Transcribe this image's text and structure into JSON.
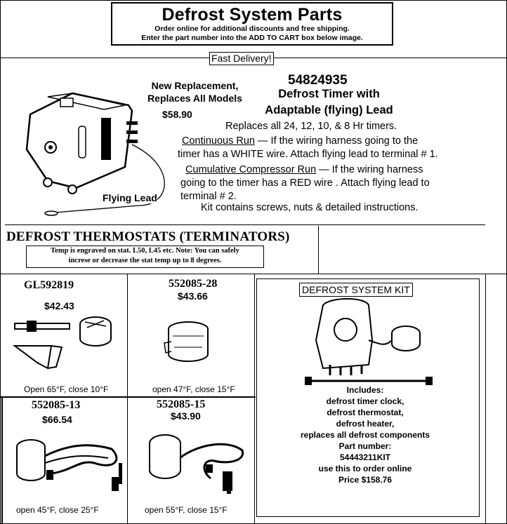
{
  "header": {
    "title": "Defrost System Parts",
    "line1": "Order online for additional discounts and free shipping.",
    "line2": "Enter the part number into the ADD TO CART box below image."
  },
  "fast_delivery": "Fast Delivery!",
  "timer": {
    "replacement_line1": "New Replacement,",
    "replacement_line2": "Replaces All Models",
    "price": "$58.90",
    "flying_lead_label": "Flying Lead",
    "part_number": "54824935",
    "name_line1": "Defrost Timer with",
    "name_line2": "Adaptable (flying) Lead",
    "replaces": "Replaces all 24, 12, 10, & 8 Hr timers.",
    "continuous_label": "Continuous Run",
    "continuous_text1": " —  If the wiring harness going to the",
    "continuous_text2": "timer has a WHITE wire. Attach flying lead to terminal # 1.",
    "cumulative_label": "Cumulative Compressor Run",
    "cumulative_text1": " —  If the wiring harness",
    "cumulative_text2": "going to the timer has a  RED wire . Attach flying lead to",
    "cumulative_text3": "terminal # 2.",
    "kit_contains": "Kit contains screws, nuts & detailed instructions."
  },
  "thermostats": {
    "title": "DEFROST THERMOSTATS (TERMINATORS)",
    "note_line1": "Temp is engraved on stat. L50, L45 etc. Note: You can safely",
    "note_line2": "increse or decrease the stat temp up to 8 degrees.",
    "items": [
      {
        "part": "GL592819",
        "price": "$42.43",
        "caption": "Open 65°F, close 10°F"
      },
      {
        "part": "552085-28",
        "price": "$43.66",
        "caption": "open 47°F, close 15°F"
      },
      {
        "part": "552085-13",
        "price": "$66.54",
        "caption": "open 45°F, close 25°F"
      },
      {
        "part": "552085-15",
        "price": "$43.90",
        "caption": "open 55°F, close 15°F"
      }
    ]
  },
  "kit": {
    "title": "DEFROST SYSTEM KIT",
    "includes": "Includes:",
    "item1": "defrost timer clock,",
    "item2": "defrost thermostat,",
    "item3": "defrost heater,",
    "item4": "replaces all defrost components",
    "part_label": "Part number:",
    "part_number": "54443211KIT",
    "order_note": "use this to order online",
    "price_line": "Price   $158.76"
  }
}
